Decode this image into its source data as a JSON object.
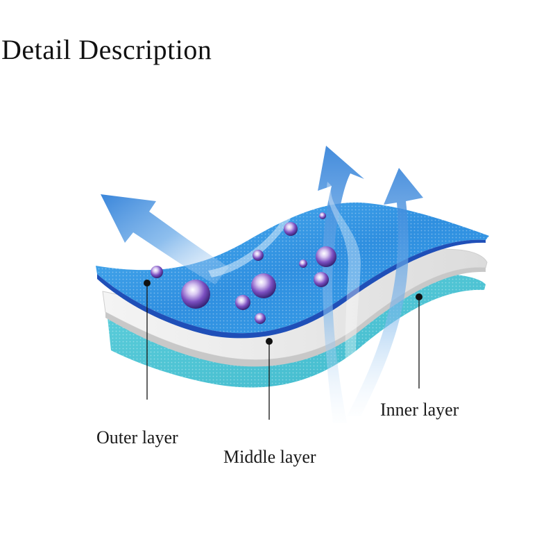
{
  "title": "Detail Description",
  "layers": [
    {
      "id": "outer",
      "label": "Outer layer",
      "color": "#2a7fd0"
    },
    {
      "id": "middle",
      "label": "Middle layer",
      "color": "#f0f0f0"
    },
    {
      "id": "inner",
      "label": "Inner layer",
      "color": "#4fc3d6"
    }
  ],
  "icons": [
    "water-droplet-icon",
    "airflow-arrow-icon"
  ],
  "colors": {
    "outer_top": "#3aa0e8",
    "outer_edge": "#1f4fb8",
    "middle": "#e8e8e8",
    "inner": "#4cc4d4",
    "arrow": "#2f7fd8",
    "droplet": "#7b4fc0"
  }
}
